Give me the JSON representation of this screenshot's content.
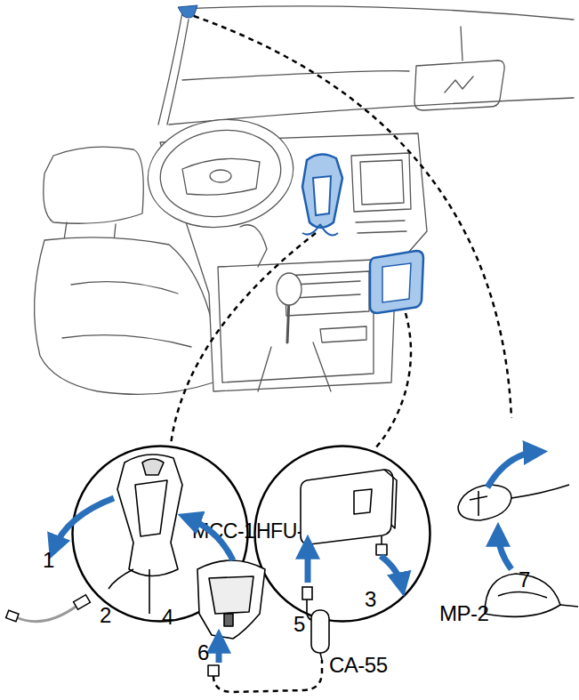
{
  "diagram": {
    "nodes": [
      {
        "text": [
          "MCC-1"
        ]
      },
      {
        "text": [
          "HFU-2"
        ]
      }
    ],
    "labels": [
      "1",
      "2",
      "4",
      "3",
      "5",
      "6",
      "7",
      "MP-2",
      "CA-55"
    ]
  }
}
